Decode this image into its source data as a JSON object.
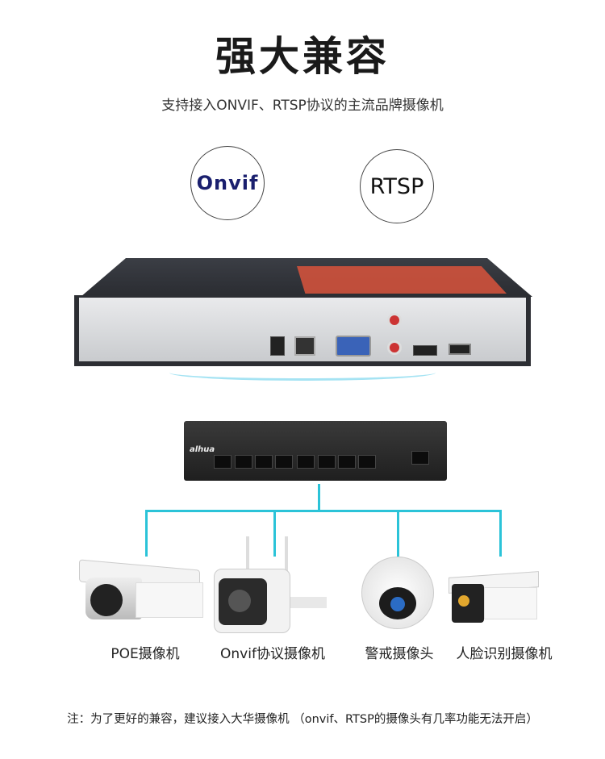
{
  "title": "强大兼容",
  "subtitle": "支持接入ONVIF、RTSP协议的主流品牌摄像机",
  "protocols": [
    {
      "label": "Onvif"
    },
    {
      "label": "RTSP"
    }
  ],
  "switch_brand": "alhua",
  "cameras": [
    {
      "label": "POE摄像机"
    },
    {
      "label": "Onvif协议摄像机"
    },
    {
      "label": "警戒摄像头"
    },
    {
      "label": "人脸识别摄像机"
    }
  ],
  "note": "注：为了更好的兼容，建议接入大华摄像机 （onvif、RTSP的摄像头有几率功能无法开启）",
  "colors": {
    "connector": "#2bc3d8",
    "onvif": "#1a1f6e"
  }
}
